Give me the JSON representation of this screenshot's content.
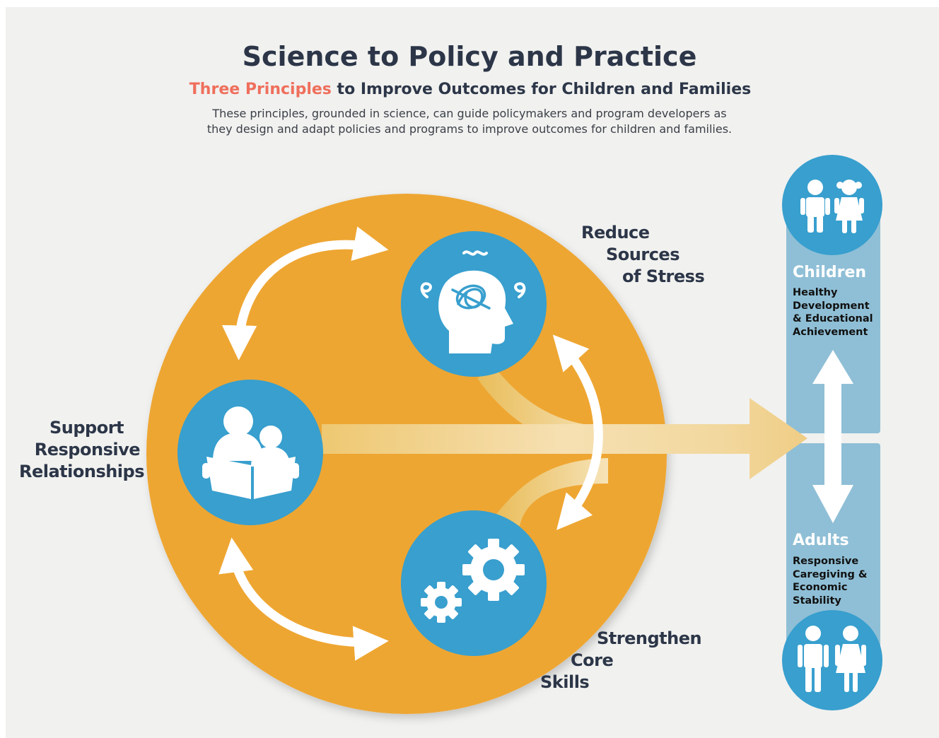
{
  "header": {
    "title": "Science to Policy and Practice",
    "subtitle_highlight": "Three Principles",
    "subtitle_rest": " to Improve Outcomes for Children and Families",
    "intro_line1": "These principles, grounded in science, can guide policymakers and program developers as",
    "intro_line2": "they design and adapt policies and programs to improve outcomes for children and families."
  },
  "principles": {
    "relationships": [
      "Support",
      "Responsive",
      "Relationships"
    ],
    "stress": [
      "Reduce",
      "Sources",
      "of Stress"
    ],
    "skills": [
      "Strengthen",
      "Core",
      "Skills"
    ]
  },
  "outcomes": {
    "children_title": "Children",
    "children_lines": [
      "Healthy",
      "Development",
      "& Educational",
      "Achievement"
    ],
    "adults_title": "Adults",
    "adults_lines": [
      "Responsive",
      "Caregiving &",
      "Economic",
      "Stability"
    ]
  },
  "colors": {
    "orange": "#eea632",
    "blue": "#389fce",
    "panel": "#8fbfd6",
    "beam": "#f3d493",
    "text": "#2c3648",
    "accent": "#ef6f5c"
  },
  "icons": [
    "reading-together-icon",
    "stressed-head-icon",
    "gears-icon",
    "children-icon",
    "adults-icon"
  ]
}
